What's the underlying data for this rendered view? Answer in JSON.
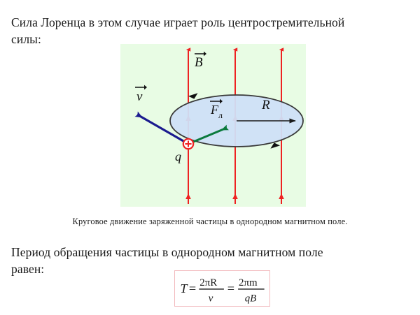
{
  "slide": {
    "background_color": "#ffffff",
    "text_color": "#1a1a1a"
  },
  "intro": {
    "line1": "Сила Лоренца в этом случае играет роль центростремительной",
    "line2": "силы:"
  },
  "figure": {
    "background_color": "#e8fce4",
    "field_line_color": "#ee2222",
    "orbit_fill_color": "#cfe0f7",
    "orbit_stroke_color": "#3a3a3a",
    "velocity_vector_color": "#1b1b8f",
    "force_vector_color": "#0b7a3d",
    "charge_marker_color": "#ee2222",
    "radius_line_color": "#1a1a1a",
    "labels": {
      "magnetic_field": "B",
      "velocity": "v",
      "lorentz_force": "F",
      "lorentz_force_subscript": "л",
      "radius": "R",
      "charge": "q",
      "charge_sign": "+"
    },
    "field_line_count": 3
  },
  "caption": {
    "text": "Круговое движение заряженной частицы в однородном магнитном поле."
  },
  "period": {
    "line1": "Период обращения частицы в однородном магнитном поле",
    "line2": "равен:"
  },
  "formula": {
    "border_color": "#f2b9bd",
    "lhs": "T",
    "equals_1": "=",
    "frac1_numerator": "2πR",
    "frac1_denominator": "v",
    "equals_2": "=",
    "frac2_numerator": "2πm",
    "frac2_denominator": "qB",
    "plain_text": "T = 2πR / v = 2πm / qB"
  }
}
